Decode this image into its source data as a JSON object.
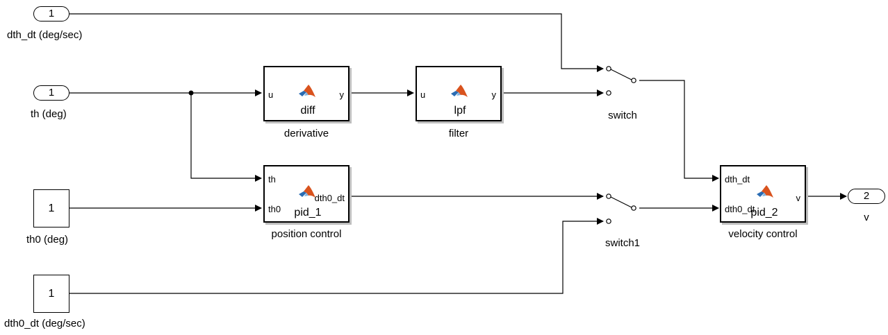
{
  "inports": [
    {
      "number": "1",
      "name": "dth_dt (deg/sec)"
    },
    {
      "number": "1",
      "name": "th (deg)"
    }
  ],
  "constants": [
    {
      "value": "1",
      "name": "th0 (deg)"
    },
    {
      "value": "1",
      "name": "dth0_dt (deg/sec)"
    }
  ],
  "blocks": {
    "derivative": {
      "function": "diff",
      "name": "derivative",
      "in": "u",
      "out": "y"
    },
    "filter": {
      "function": "lpf",
      "name": "filter",
      "in": "u",
      "out": "y"
    },
    "position": {
      "function": "pid_1",
      "name": "position control",
      "in1": "th",
      "in2": "th0",
      "out": "dth0_dt"
    },
    "velocity": {
      "function": "pid_2",
      "name": "velocity control",
      "in1": "dth_dt",
      "in2": "dth0_dt",
      "out": "v"
    }
  },
  "switches": [
    {
      "name": "switch"
    },
    {
      "name": "switch1"
    }
  ],
  "outport": {
    "number": "2",
    "name": "v"
  },
  "icons": {
    "function_block": "matlab-logo-icon"
  }
}
